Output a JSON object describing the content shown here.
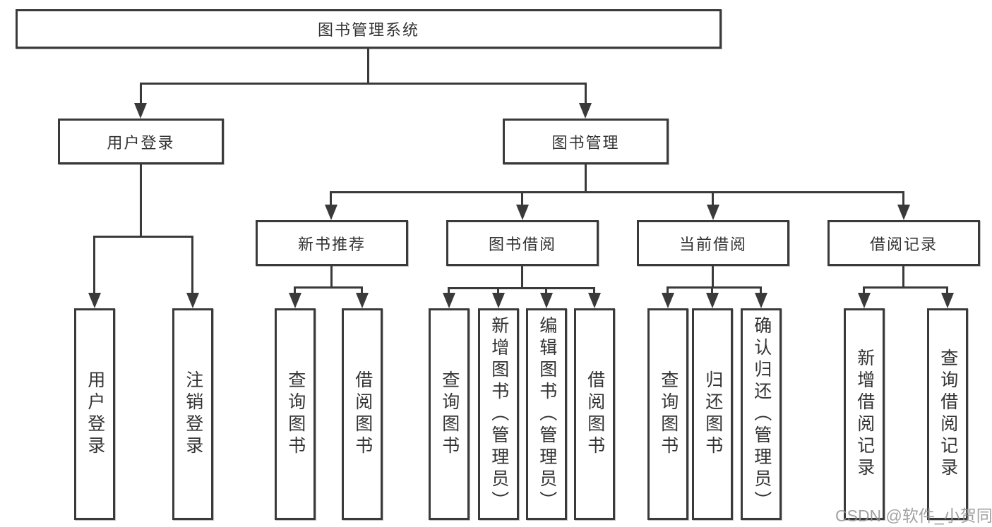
{
  "colors": {
    "line": "#3a3a3a",
    "text": "#333333",
    "background": "#ffffff",
    "watermark": "#919191"
  },
  "root": {
    "label": "图书管理系统"
  },
  "level2": [
    {
      "label": "用户登录"
    },
    {
      "label": "图书管理"
    }
  ],
  "level3": [
    {
      "label": "新书推荐"
    },
    {
      "label": "图书借阅"
    },
    {
      "label": "当前借阅"
    },
    {
      "label": "借阅记录"
    }
  ],
  "leaves": {
    "user_login": [
      {
        "label": "用户登录"
      },
      {
        "label": "注销登录"
      }
    ],
    "new_books": [
      {
        "label": "查询图书"
      },
      {
        "label": "借阅图书"
      }
    ],
    "borrowing": [
      {
        "label": "查询图书"
      },
      {
        "label": "新增图书（管理员）"
      },
      {
        "label": "编辑图书（管理员）"
      },
      {
        "label": "借阅图书"
      }
    ],
    "current": [
      {
        "label": "查询图书"
      },
      {
        "label": "归还图书"
      },
      {
        "label": "确认归还（管理员）"
      }
    ],
    "records": [
      {
        "label": "新增借阅记录"
      },
      {
        "label": "查询借阅记录"
      }
    ]
  },
  "watermark": "CSDN @软件_小贺同学"
}
